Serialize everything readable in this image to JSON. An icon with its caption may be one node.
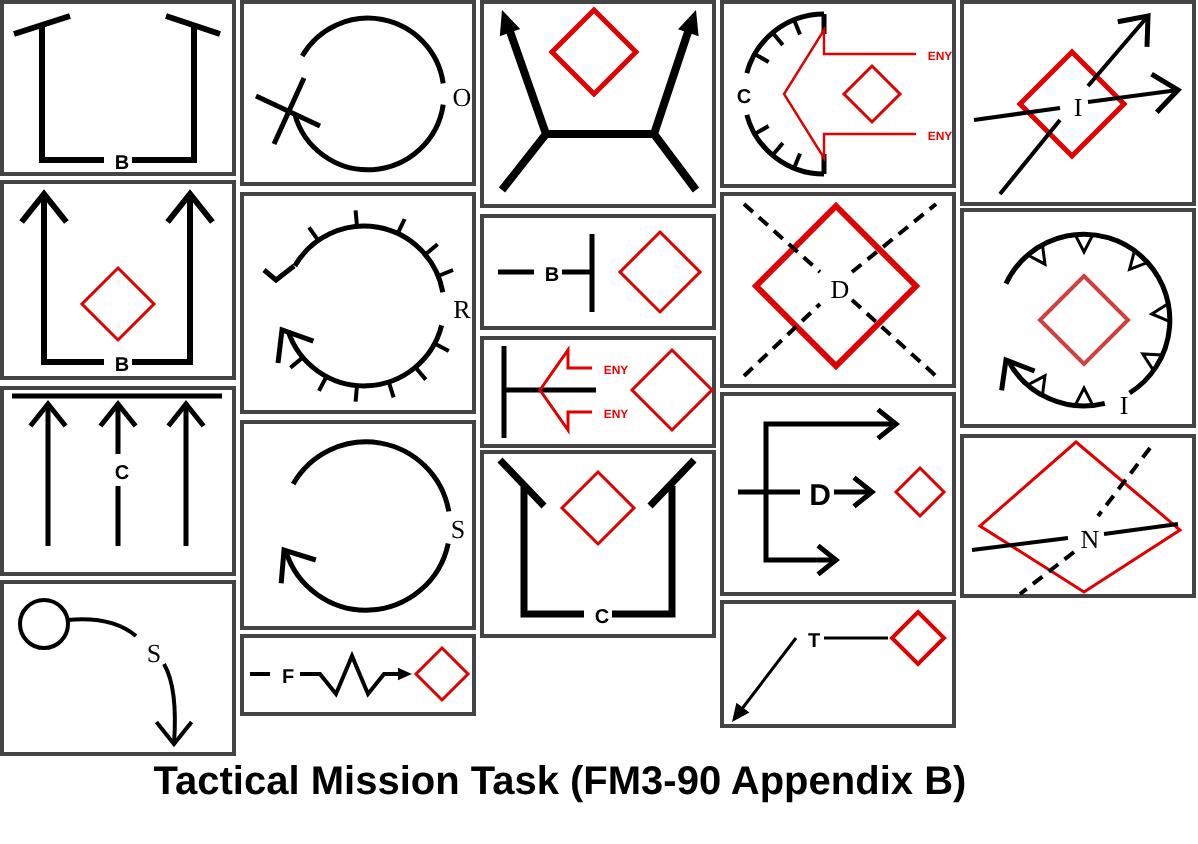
{
  "diagram": {
    "title": "Tactical Mission Task (FM3-90 Appendix B)",
    "nodes": [
      {
        "text": [
          "B"
        ]
      },
      {
        "text": [
          "B"
        ]
      },
      {
        "text": [
          "C"
        ]
      },
      {
        "text": [
          "S"
        ]
      },
      {
        "text": [
          "O"
        ]
      },
      {
        "text": [
          "R"
        ]
      },
      {
        "text": [
          "S"
        ]
      },
      {
        "text": [
          "F"
        ]
      },
      {
        "text": [],
        "shape": "box"
      },
      {
        "text": [
          "B"
        ]
      },
      {
        "text": [
          "ENY",
          "ENY"
        ]
      },
      {
        "text": [
          "C"
        ]
      },
      {
        "text": [
          "C",
          "ENY",
          "ENY"
        ]
      },
      {
        "text": [
          "D"
        ]
      },
      {
        "text": [
          "D"
        ]
      },
      {
        "text": [
          "T"
        ]
      },
      {
        "text": [
          "I"
        ]
      },
      {
        "text": [
          "I"
        ]
      },
      {
        "text": [
          "N"
        ]
      }
    ]
  }
}
